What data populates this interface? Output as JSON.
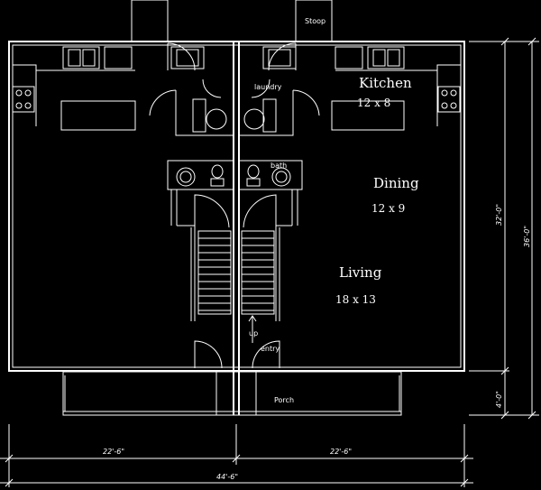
{
  "rooms": {
    "stoop": "Stoop",
    "kitchen": "Kitchen",
    "kitchen_size": "12 x 8",
    "laundry": "laundry",
    "bath": "bath",
    "dining": "Dining",
    "dining_size": "12 x 9",
    "living": "Living",
    "living_size": "18 x 13",
    "up": "up",
    "entry": "entry",
    "porch": "Porch"
  },
  "dimensions": {
    "left_unit_width": "22'-6\"",
    "right_unit_width": "22'-6\"",
    "total_width": "44'-6\"",
    "house_depth": "32'-0\"",
    "total_depth": "36'-0\"",
    "porch_depth": "4'-0\""
  },
  "colors": {
    "background": "#000000",
    "lines": "#ffffff"
  }
}
